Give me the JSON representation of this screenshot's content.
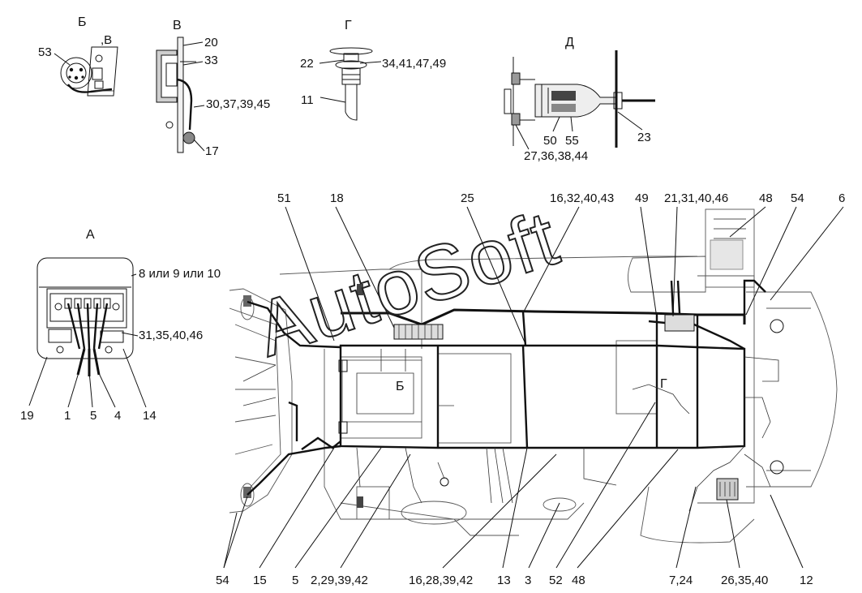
{
  "views": {
    "B": "Б",
    "B_ref": ",В",
    "V": "В",
    "G": "Г",
    "D": "Д",
    "A": "А",
    "B_main": "Б",
    "G_main": "Г"
  },
  "watermark": "AutoSoft",
  "labels": {
    "l53": "53",
    "l20": "20",
    "l33": "33",
    "l30": "30,37,39,45",
    "l17": "17",
    "l22": "22",
    "l34": "34,41,47,49",
    "l11": "11",
    "l50": "50",
    "l55": "55",
    "l23": "23",
    "l27": "27,36,38,44",
    "l8": "8 или 9 или 10",
    "l31": "31,35,40,46",
    "l19": "19",
    "l1": "1",
    "l5a": "5",
    "l4": "4",
    "l14": "14",
    "t51": "51",
    "t18": "18",
    "t25": "25",
    "t16": "16,32,40,43",
    "t49": "49",
    "t21": "21,31,40,46",
    "t48": "48",
    "t54": "54",
    "t6": "6",
    "b54": "54",
    "b15": "15",
    "b5": "5",
    "b2": "2,29,39,42",
    "b16": "16,28,39,42",
    "b13": "13",
    "b3": "3",
    "b52": "52",
    "b48": "48",
    "b7": "7,24",
    "b26": "26,35,40",
    "b12": "12"
  }
}
